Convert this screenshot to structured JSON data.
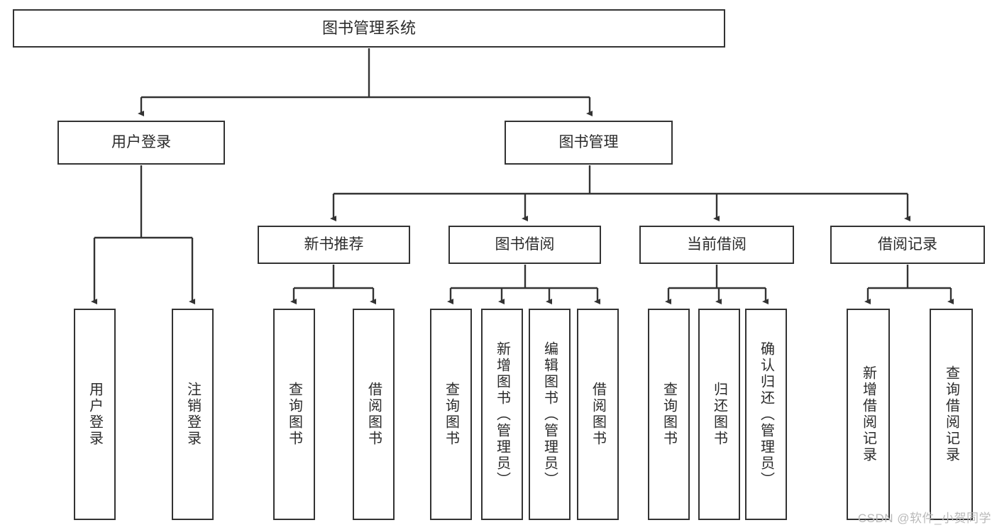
{
  "diagram": {
    "title": "图书管理系统",
    "type": "tree-hierarchy",
    "watermark": "CSDN @软件_小贺同学",
    "colors": {
      "box_border": "#333333",
      "box_fill": "#ffffff",
      "line": "#333333",
      "text": "#2b2b2b",
      "watermark": "#b9b9b9"
    },
    "root": {
      "label": "图书管理系统"
    },
    "level2": [
      {
        "id": "user-login",
        "label": "用户登录"
      },
      {
        "id": "book-manage",
        "label": "图书管理"
      }
    ],
    "level3": [
      {
        "id": "new-book-rec",
        "label": "新书推荐"
      },
      {
        "id": "book-borrow",
        "label": "图书借阅"
      },
      {
        "id": "current-borrow",
        "label": "当前借阅"
      },
      {
        "id": "borrow-record",
        "label": "借阅记录"
      }
    ],
    "leaves": {
      "user_login": [
        {
          "id": "leaf-user-login",
          "label": "用户登录"
        },
        {
          "id": "leaf-logout",
          "label": "注销登录"
        }
      ],
      "new_book_rec": [
        {
          "id": "leaf-query-book-1",
          "label": "查询图书"
        },
        {
          "id": "leaf-borrow-book-1",
          "label": "借阅图书"
        }
      ],
      "book_borrow": [
        {
          "id": "leaf-query-book-2",
          "label": "查询图书"
        },
        {
          "id": "leaf-add-book",
          "label": "新增图书（管理员）"
        },
        {
          "id": "leaf-edit-book",
          "label": "编辑图书（管理员）"
        },
        {
          "id": "leaf-borrow-book-2",
          "label": "借阅图书"
        }
      ],
      "current_borrow": [
        {
          "id": "leaf-query-book-3",
          "label": "查询图书"
        },
        {
          "id": "leaf-return-book",
          "label": "归还图书"
        },
        {
          "id": "leaf-confirm-return",
          "label": "确认归还（管理员）"
        }
      ],
      "borrow_record": [
        {
          "id": "leaf-add-record",
          "label": "新增借阅记录"
        },
        {
          "id": "leaf-query-record",
          "label": "查询借阅记录"
        }
      ]
    }
  }
}
